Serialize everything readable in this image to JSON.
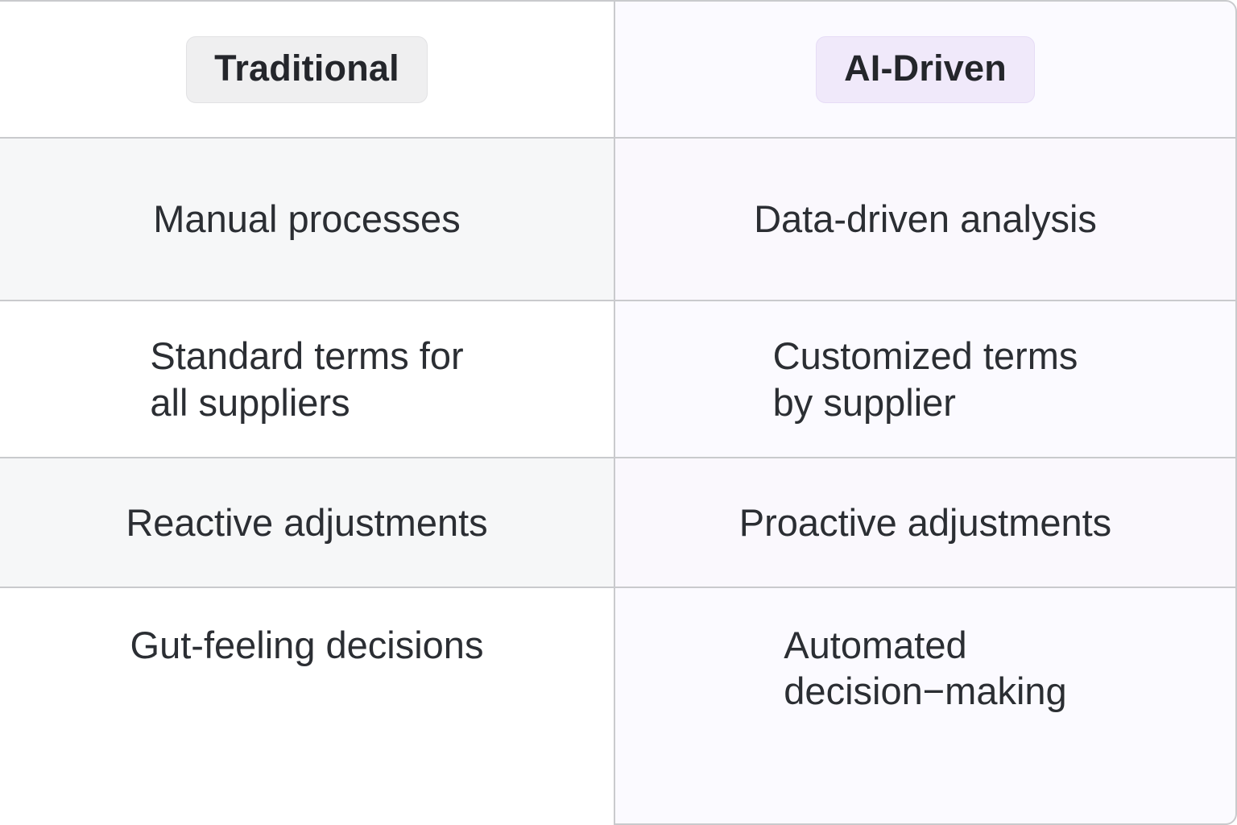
{
  "table": {
    "columns": [
      {
        "id": "traditional",
        "label": "Traditional",
        "badge_bg": "#efeff0",
        "badge_border": "#e2e2e4"
      },
      {
        "id": "ai-driven",
        "label": "AI-Driven",
        "badge_bg": "#f0e9fa",
        "badge_border": "#e6dcf6"
      }
    ],
    "rows": [
      {
        "striped": true,
        "traditional": "Manual processes",
        "ai_driven": "Data-driven analysis"
      },
      {
        "striped": false,
        "traditional": "Standard terms for\nall suppliers",
        "ai_driven": "Customized terms\nby supplier"
      },
      {
        "striped": true,
        "traditional": "Reactive adjustments",
        "ai_driven": "Proactive adjustments"
      },
      {
        "striped": false,
        "traditional": "Gut-feeling decisions",
        "ai_driven": "Automated\ndecision−making"
      }
    ]
  },
  "colors": {
    "text": "#2b2e33",
    "header_text": "#24262b",
    "rule": "#c9cacd",
    "left_bg": "#ffffff",
    "left_bg_striped": "#f6f7f8",
    "right_bg": "#fbfaff",
    "right_bg_striped": "#faf8fd"
  }
}
